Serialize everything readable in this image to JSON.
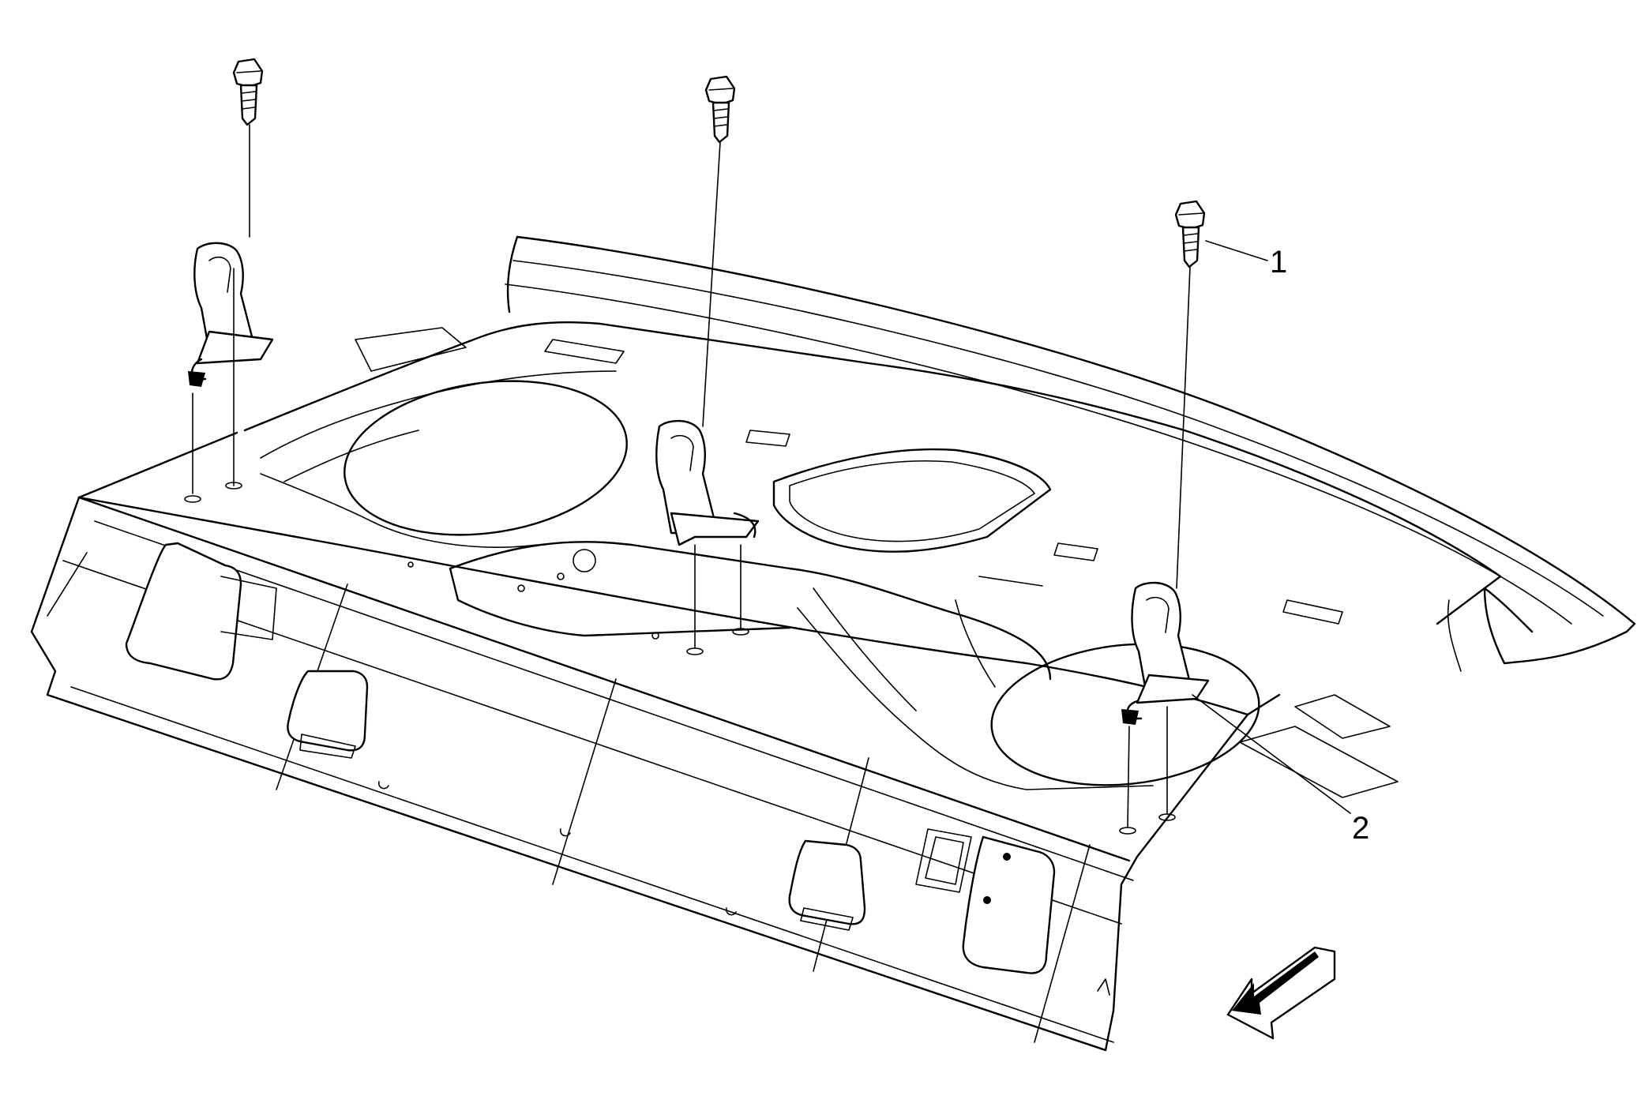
{
  "figure": {
    "callouts": [
      {
        "id": "1",
        "label": "1"
      },
      {
        "id": "2",
        "label": "2"
      }
    ],
    "parts": {
      "fasteners": [
        "bolt-left",
        "bolt-center",
        "bolt-right"
      ],
      "brackets": [
        "anchor-bracket-left",
        "anchor-bracket-center",
        "anchor-bracket-right"
      ]
    },
    "direction_indicator": "front-arrow"
  }
}
